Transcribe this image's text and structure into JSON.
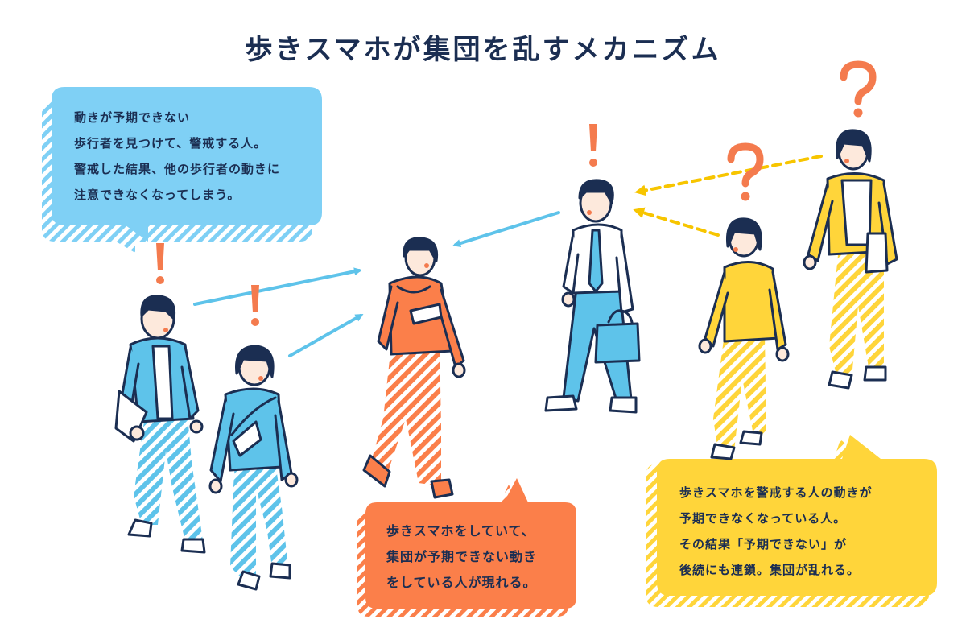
{
  "title": "歩きスマホが集団を乱すメカニズム",
  "colors": {
    "navy": "#1b2e52",
    "blue": "#7fd0f5",
    "person_blue": "#5ec3ea",
    "orange": "#fb7f4a",
    "yellow": "#ffd53a",
    "skin": "#fde9dc",
    "exclaim": "#f47b4e",
    "arrow_blue": "#5ec3ea",
    "arrow_yellow": "#f7c500"
  },
  "bubbles": {
    "blue": {
      "lines": [
        "動きが予期できない",
        "歩行者を見つけて、警戒する人。",
        "警戒した結果、他の歩行者の動きに",
        "注意できなくなってしまう。"
      ]
    },
    "orange": {
      "lines": [
        "歩きスマホをしていて、",
        "集団が予期できない動き",
        "をしている人が現れる。"
      ]
    },
    "yellow": {
      "lines": [
        "歩きスマホを警戒する人の動きが",
        "予期できなくなっている人。",
        "その結果「予期できない」が",
        "後続にも連鎖。集団が乱れる。"
      ]
    }
  },
  "people": [
    {
      "id": "blue-man",
      "mark": "!"
    },
    {
      "id": "blue-woman",
      "mark": "!"
    },
    {
      "id": "orange-phone-user",
      "mark": ""
    },
    {
      "id": "white-shirt-man",
      "mark": "!"
    },
    {
      "id": "yellow-woman-front",
      "mark": "?"
    },
    {
      "id": "yellow-woman-back",
      "mark": "?"
    }
  ]
}
